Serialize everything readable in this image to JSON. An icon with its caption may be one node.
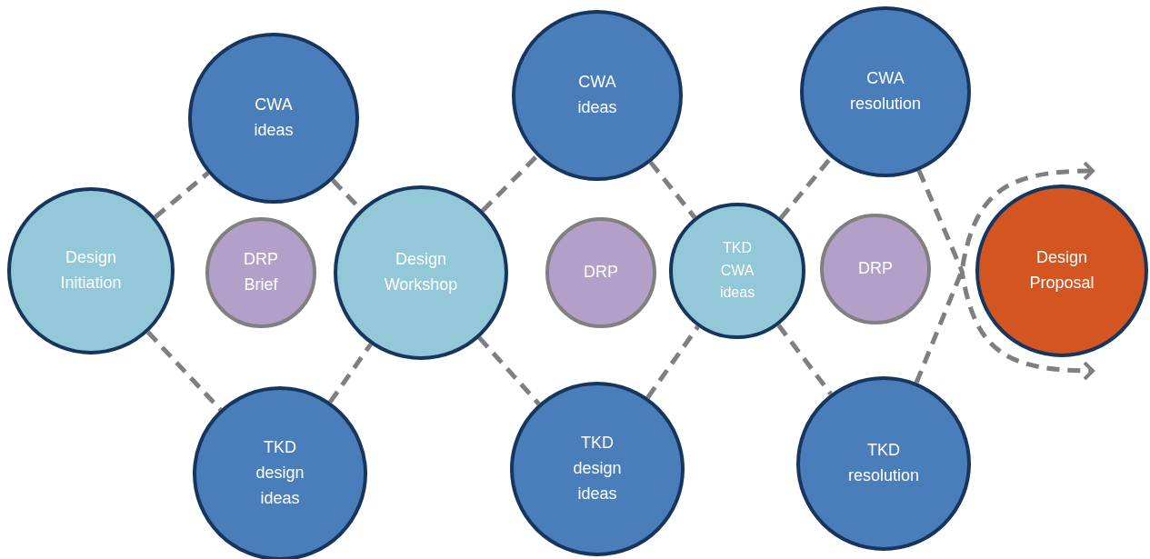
{
  "diagram": {
    "nodes": [
      {
        "text": [
          "Design Initiation"
        ]
      },
      {
        "text": [
          "CWA ideas"
        ]
      },
      {
        "text": [
          "DRP Brief"
        ]
      },
      {
        "text": [
          "TKD design ideas"
        ]
      },
      {
        "text": [
          "Design Workshop"
        ]
      },
      {
        "text": [
          "CWA ideas"
        ]
      },
      {
        "text": [
          "DRP"
        ]
      },
      {
        "text": [
          "TKD design ideas"
        ]
      },
      {
        "text": [
          "TKD CWA ideas"
        ]
      },
      {
        "text": [
          "CWA resolution"
        ]
      },
      {
        "text": [
          "DRP"
        ]
      },
      {
        "text": [
          "TKD resolution"
        ]
      },
      {
        "text": [
          "Design Proposal"
        ]
      }
    ],
    "edges": [
      {
        "from": 0,
        "to": 1,
        "arrow": "none",
        "style": "dashed"
      },
      {
        "from": 0,
        "to": 3,
        "arrow": "none",
        "style": "dashed"
      },
      {
        "from": 1,
        "to": 4,
        "arrow": "none",
        "style": "dashed"
      },
      {
        "from": 3,
        "to": 4,
        "arrow": "none",
        "style": "dashed"
      },
      {
        "from": 4,
        "to": 5,
        "arrow": "none",
        "style": "dashed"
      },
      {
        "from": 4,
        "to": 7,
        "arrow": "none",
        "style": "dashed"
      },
      {
        "from": 5,
        "to": 8,
        "arrow": "none",
        "style": "dashed"
      },
      {
        "from": 7,
        "to": 8,
        "arrow": "none",
        "style": "dashed"
      },
      {
        "from": 8,
        "to": 9,
        "arrow": "none",
        "style": "dashed"
      },
      {
        "from": 8,
        "to": 11,
        "arrow": "none",
        "style": "dashed"
      },
      {
        "from": 9,
        "to": 12,
        "arrow": "to",
        "style": "dashed"
      },
      {
        "from": 11,
        "to": 12,
        "arrow": "to",
        "style": "dashed"
      }
    ]
  }
}
